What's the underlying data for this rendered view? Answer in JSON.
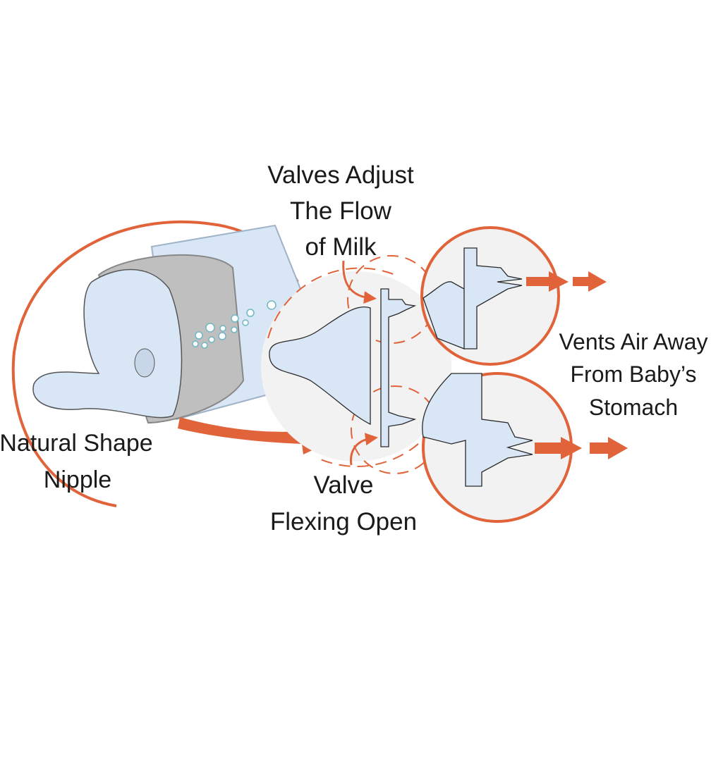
{
  "colors": {
    "accent": "#e0633a",
    "part_fill": "#d9e6f5",
    "zoom_bg": "#f2f2f2",
    "outline": "#2a2a2a"
  },
  "labels": {
    "valves_adjust": [
      "Valves Adjust",
      "The Flow",
      "of Milk"
    ],
    "vents_air": [
      "Vents Air Away",
      "From Baby’s",
      "Stomach"
    ],
    "natural_shape": [
      "Natural Shape",
      "Nipple"
    ],
    "valve_flexing": [
      "Valve",
      "Flexing Open"
    ]
  }
}
